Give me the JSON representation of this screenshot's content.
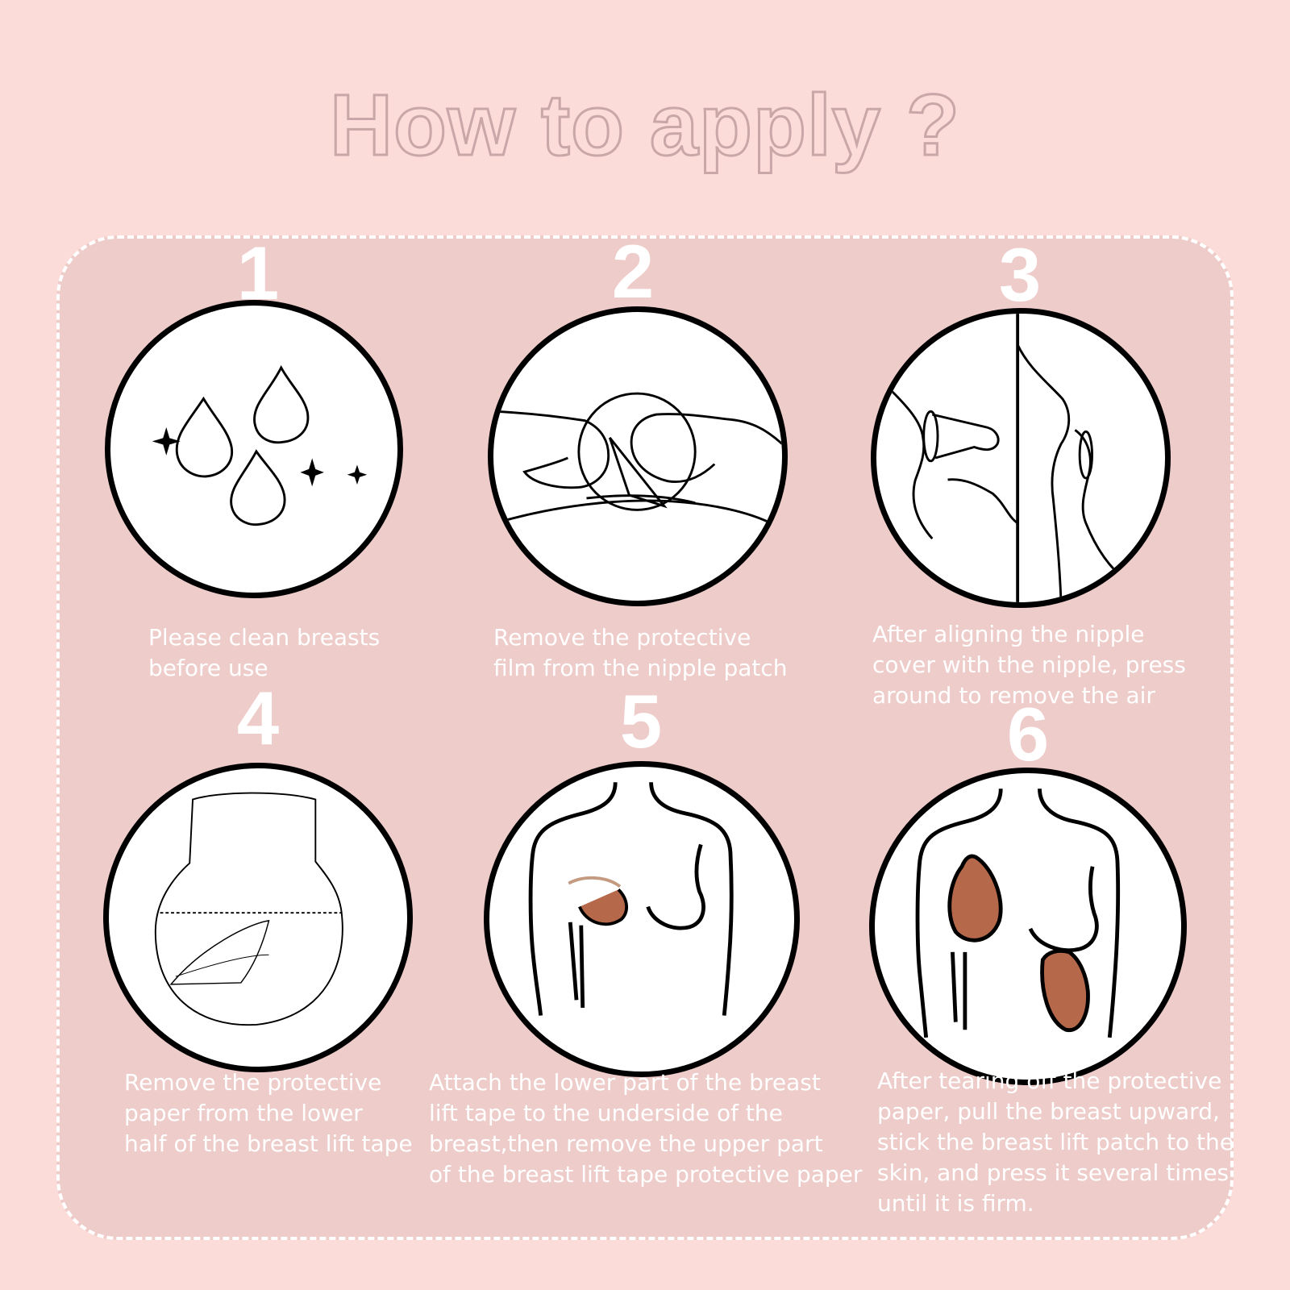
{
  "title": "How to apply ?",
  "colors": {
    "background": "#fbdcd8",
    "panel": "#eeccca",
    "accent_skin": "#b5694a",
    "text": "#ffffff"
  },
  "steps": [
    {
      "number": "1",
      "caption": "Please clean breasts\nbefore use",
      "icon": "water-drops-icon"
    },
    {
      "number": "2",
      "caption": "Remove the protective\nfilm from the nipple patch",
      "icon": "peel-film-icon"
    },
    {
      "number": "3",
      "caption": "After aligning the nipple\ncover with the nipple, press\naround to remove the air",
      "icon": "press-nipple-cover-icon"
    },
    {
      "number": "4",
      "caption": "Remove the protective\npaper from the lower\nhalf of the breast lift tape",
      "icon": "lift-tape-icon"
    },
    {
      "number": "5",
      "caption": "Attach the lower part of the breast\nlift tape to the underside of the\nbreast,then remove the upper part\nof the breast lift tape protective paper",
      "icon": "attach-tape-icon"
    },
    {
      "number": "6",
      "caption": "After tearing off the protective\npaper, pull the breast upward,\nstick the breast lift patch to the\nskin, and press it several times\nuntil it is firm.",
      "icon": "lift-breast-icon"
    }
  ]
}
